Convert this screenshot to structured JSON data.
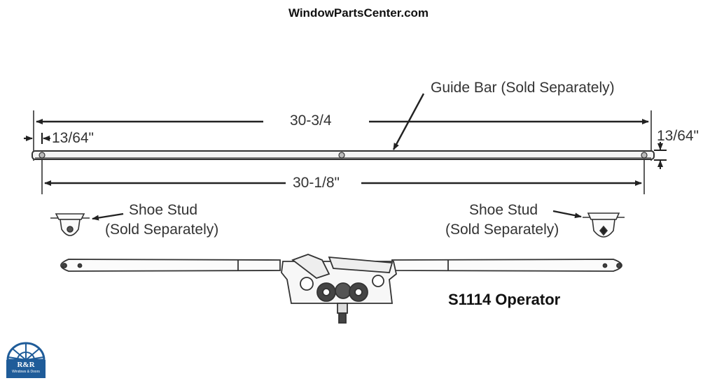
{
  "header": {
    "site": "WindowPartsCenter.com"
  },
  "dimensions": {
    "overall_length": "30-3/4",
    "hole_spacing": "30-1/8\"",
    "end_offset": "13/64\"",
    "bar_height": "13/64\""
  },
  "callouts": {
    "guide_bar": "Guide Bar (Sold Separately)",
    "shoe_stud_left": {
      "line1": "Shoe Stud",
      "line2": "(Sold Separately)"
    },
    "shoe_stud_right": {
      "line1": "Shoe Stud",
      "line2": "(Sold Separately)"
    }
  },
  "product": {
    "name": "S1114 Operator"
  },
  "logo": {
    "mark": "R&R",
    "tagline": "Windows & Doors",
    "color": "#1f5c99"
  }
}
